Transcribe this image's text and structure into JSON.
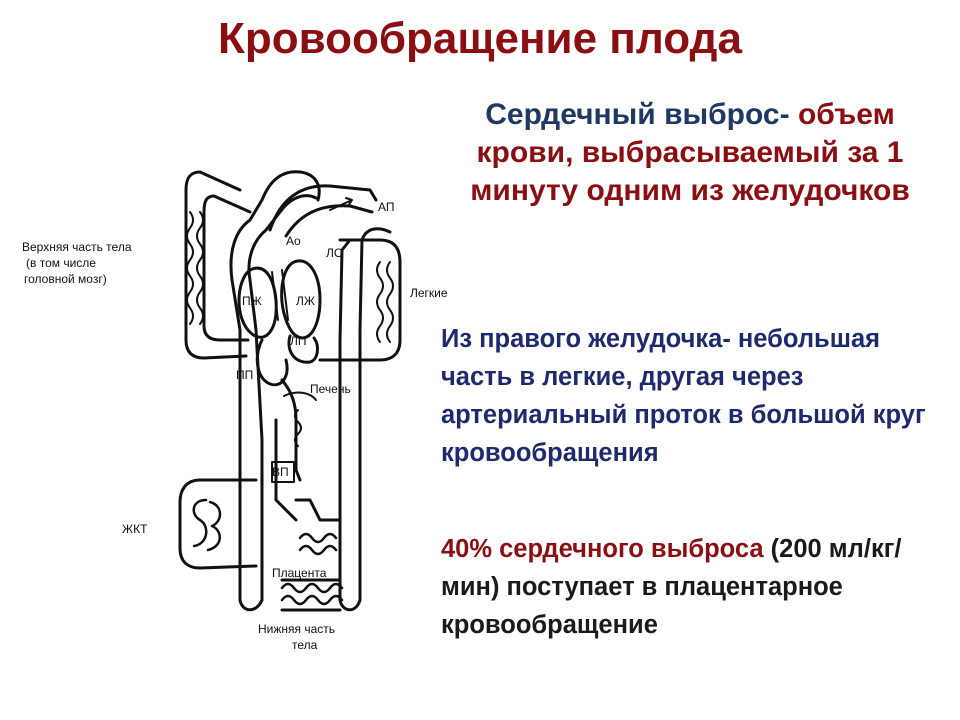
{
  "slide": {
    "title": "Кровообращение плода",
    "definition_term": "Сердечный выброс-",
    "definition_desc": "объем крови, выбрасываемый за 1 минуту одним из желудочков",
    "para1": "Из правого желудочка- небольшая часть в легкие, другая через артериальный проток в большой круг кровообращения",
    "para2_pct": "40% сердечного выброса",
    "para2_rest": " (200 мл/кг/мин) поступает в плацентарное кровообращение"
  },
  "diagram": {
    "labels": {
      "upper_body_1": "Верхняя часть тела",
      "upper_body_2": "(в том числе",
      "upper_body_3": "головной мозг)",
      "ap": "АП",
      "ao": "Ао",
      "ls": "ЛС",
      "lungs": "Легкие",
      "pzh": "ПЖ",
      "lzh": "ЛЖ",
      "lp": "ЛП",
      "pp": "ПП",
      "liver": "Печень",
      "vp": "ВП",
      "zhkt": "ЖКТ",
      "placenta": "Плацента",
      "lower_body_1": "Нижняя часть",
      "lower_body_2": "тела"
    },
    "stroke_color": "#111111"
  }
}
